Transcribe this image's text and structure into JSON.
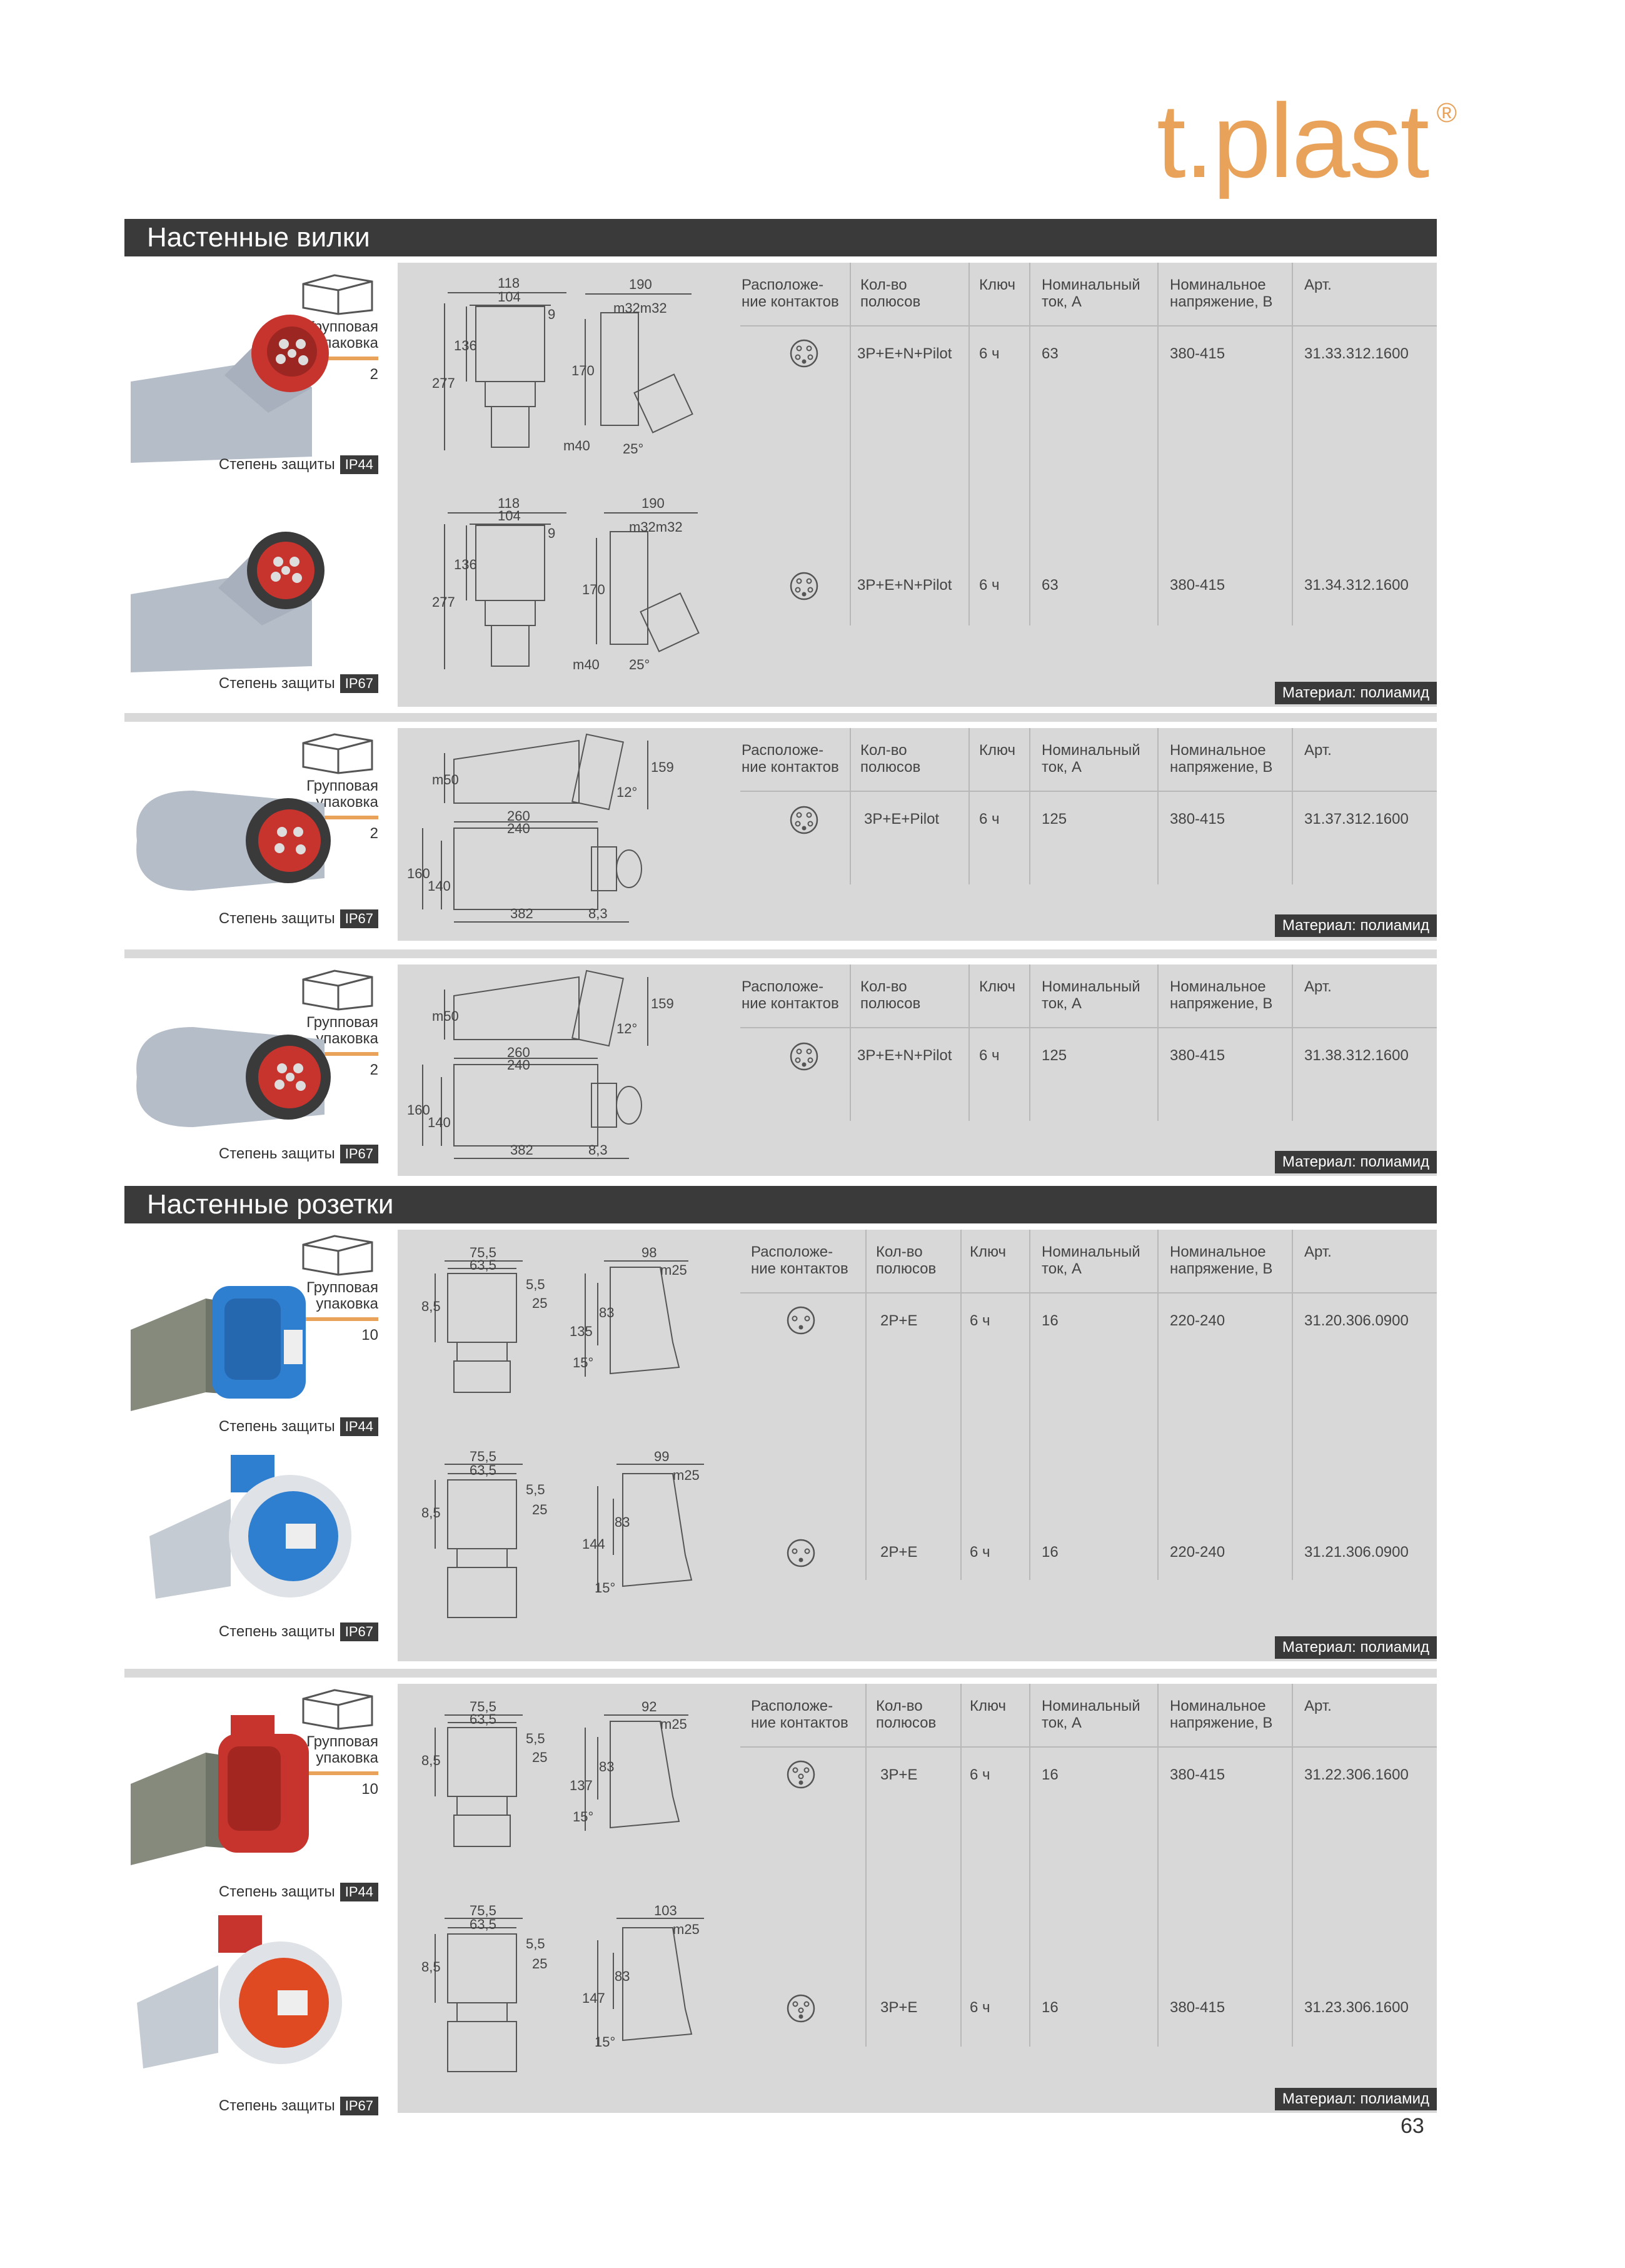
{
  "brand": {
    "logo_text": "t.plast",
    "reg_mark": "®"
  },
  "sections": {
    "plugs_title": "Настенные вилки",
    "sockets_title": "Настенные розетки"
  },
  "labels": {
    "group_pack": "Групповая упаковка",
    "protection": "Степень защиты",
    "material": "Материал: полиамид"
  },
  "table_headers": {
    "layout": "Расположе-\nние контактов",
    "poles": "Кол-во\nполюсов",
    "key": "Ключ",
    "current": "Номинальный\nток, А",
    "voltage": "Номинальное\nнапряжение, В",
    "art": "Арт."
  },
  "products": {
    "p1": {
      "pack": "2",
      "ip_a": "IP44",
      "ip_b": "IP67",
      "rows": [
        {
          "poles": "3P+E+N+Pilot",
          "key": "6 ч",
          "current": "63",
          "voltage": "380-415",
          "art": "31.33.312.1600"
        },
        {
          "poles": "3P+E+N+Pilot",
          "key": "6 ч",
          "current": "63",
          "voltage": "380-415",
          "art": "31.34.312.1600"
        }
      ],
      "dims_a": {
        "d1": "118",
        "d2": "104",
        "d3": "9",
        "d4": "190",
        "d5": "m32m32",
        "d6": "277",
        "d7": "136",
        "d8": "170",
        "d9": "m40",
        "d10": "25°"
      },
      "dims_b": {
        "d1": "118",
        "d2": "104",
        "d3": "9",
        "d4": "190",
        "d5": "m32m32",
        "d6": "277",
        "d7": "136",
        "d8": "170",
        "d9": "m40",
        "d10": "25°"
      }
    },
    "p2": {
      "pack": "2",
      "ip": "IP67",
      "rows": [
        {
          "poles": "3P+E+Pilot",
          "key": "6 ч",
          "current": "125",
          "voltage": "380-415",
          "art": "31.37.312.1600"
        }
      ],
      "dims": {
        "d1": "m50",
        "d2": "159",
        "d3": "12°",
        "d4": "260",
        "d5": "240",
        "d6": "160",
        "d7": "140",
        "d8": "382",
        "d9": "8,3"
      }
    },
    "p3": {
      "pack": "2",
      "ip": "IP67",
      "rows": [
        {
          "poles": "3P+E+N+Pilot",
          "key": "6 ч",
          "current": "125",
          "voltage": "380-415",
          "art": "31.38.312.1600"
        }
      ],
      "dims": {
        "d1": "m50",
        "d2": "159",
        "d3": "12°",
        "d4": "260",
        "d5": "240",
        "d6": "160",
        "d7": "140",
        "d8": "382",
        "d9": "8,3"
      }
    },
    "s1": {
      "pack": "10",
      "ip_a": "IP44",
      "ip_b": "IP67",
      "rows": [
        {
          "poles": "2P+E",
          "key": "6 ч",
          "current": "16",
          "voltage": "220-240",
          "art": "31.20.306.0900"
        },
        {
          "poles": "2P+E",
          "key": "6 ч",
          "current": "16",
          "voltage": "220-240",
          "art": "31.21.306.0900"
        }
      ],
      "dims_a": {
        "d1": "75,5",
        "d2": "63,5",
        "d3": "5,5",
        "d4": "98",
        "d5": "m25",
        "d6": "25",
        "d7": "8,5",
        "d8": "135",
        "d9": "83",
        "d10": "15°"
      },
      "dims_b": {
        "d1": "75,5",
        "d2": "63,5",
        "d3": "5,5",
        "d4": "99",
        "d5": "m25",
        "d6": "25",
        "d7": "8,5",
        "d8": "144",
        "d9": "83",
        "d10": "15°"
      }
    },
    "s2": {
      "pack": "10",
      "ip_a": "IP44",
      "ip_b": "IP67",
      "rows": [
        {
          "poles": "3P+E",
          "key": "6 ч",
          "current": "16",
          "voltage": "380-415",
          "art": "31.22.306.1600"
        },
        {
          "poles": "3P+E",
          "key": "6 ч",
          "current": "16",
          "voltage": "380-415",
          "art": "31.23.306.1600"
        }
      ],
      "dims_a": {
        "d1": "75,5",
        "d2": "63,5",
        "d3": "5,5",
        "d4": "92",
        "d5": "m25",
        "d6": "25",
        "d7": "8,5",
        "d8": "137",
        "d9": "83",
        "d10": "15°"
      },
      "dims_b": {
        "d1": "75,5",
        "d2": "63,5",
        "d3": "5,5",
        "d4": "103",
        "d5": "m25",
        "d6": "25",
        "d7": "8,5",
        "d8": "147",
        "d9": "83",
        "d10": "15°"
      }
    }
  },
  "page_number": "63",
  "colors": {
    "accent": "#e8a25a",
    "dark": "#3b3a3a",
    "panel": "#d8d8d8",
    "red": "#c7342e",
    "blue": "#2f7fd0"
  }
}
